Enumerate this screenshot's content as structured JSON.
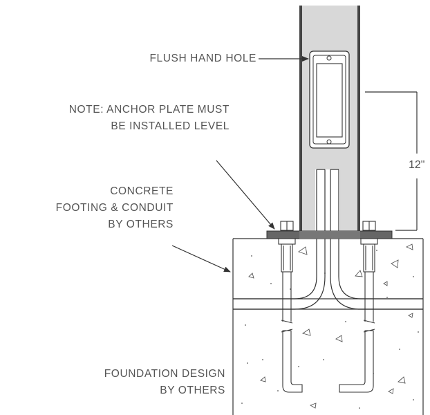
{
  "labels": {
    "hand_hole": "FLUSH HAND HOLE",
    "note_line1": "NOTE: ANCHOR PLATE MUST",
    "note_line2": "BE INSTALLED LEVEL",
    "concrete_line1": "CONCRETE",
    "concrete_line2": "FOOTING & CONDUIT",
    "concrete_line3": "BY OTHERS",
    "foundation_line1": "FOUNDATION DESIGN",
    "foundation_line2": "BY OTHERS",
    "dimension": "12\""
  },
  "colors": {
    "post_fill": "#d8d8d8",
    "post_edge": "#444444",
    "plate_fill": "#666666",
    "line": "#333333",
    "text": "#555555"
  }
}
